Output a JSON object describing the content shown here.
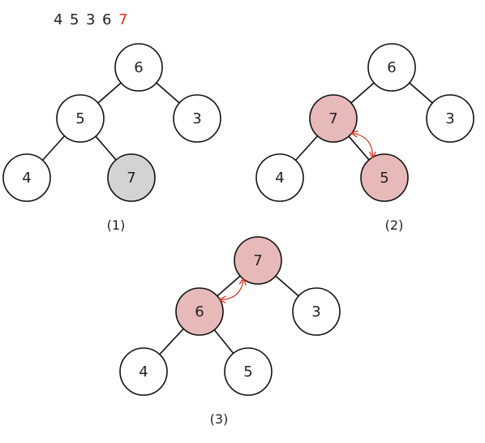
{
  "sequence": [
    "4",
    "5",
    "3",
    "6",
    "7"
  ],
  "sequence_highlight_index": 4,
  "colors": {
    "text": "#222222",
    "highlight_text": "#e0301e",
    "node_default": "#ffffff",
    "node_new": "#d3d3d3",
    "node_swapped": "#e8b9b9",
    "arrow": "#e0301e",
    "stroke": "#111111"
  },
  "diagrams": [
    {
      "caption": "(1)",
      "nodes": [
        {
          "id": "root",
          "label": "6",
          "state": "default"
        },
        {
          "id": "left",
          "label": "5",
          "state": "default"
        },
        {
          "id": "right",
          "label": "3",
          "state": "default"
        },
        {
          "id": "left-left",
          "label": "4",
          "state": "default"
        },
        {
          "id": "left-right",
          "label": "7",
          "state": "new"
        }
      ],
      "swap": null
    },
    {
      "caption": "(2)",
      "nodes": [
        {
          "id": "root",
          "label": "6",
          "state": "default"
        },
        {
          "id": "left",
          "label": "7",
          "state": "swapped"
        },
        {
          "id": "right",
          "label": "3",
          "state": "default"
        },
        {
          "id": "left-left",
          "label": "4",
          "state": "default"
        },
        {
          "id": "left-right",
          "label": "5",
          "state": "swapped"
        }
      ],
      "swap": [
        "left",
        "left-right"
      ]
    },
    {
      "caption": "(3)",
      "nodes": [
        {
          "id": "root",
          "label": "7",
          "state": "swapped"
        },
        {
          "id": "left",
          "label": "6",
          "state": "swapped"
        },
        {
          "id": "right",
          "label": "3",
          "state": "default"
        },
        {
          "id": "left-left",
          "label": "4",
          "state": "default"
        },
        {
          "id": "left-right",
          "label": "5",
          "state": "default"
        }
      ],
      "swap": [
        "left",
        "root"
      ]
    }
  ]
}
